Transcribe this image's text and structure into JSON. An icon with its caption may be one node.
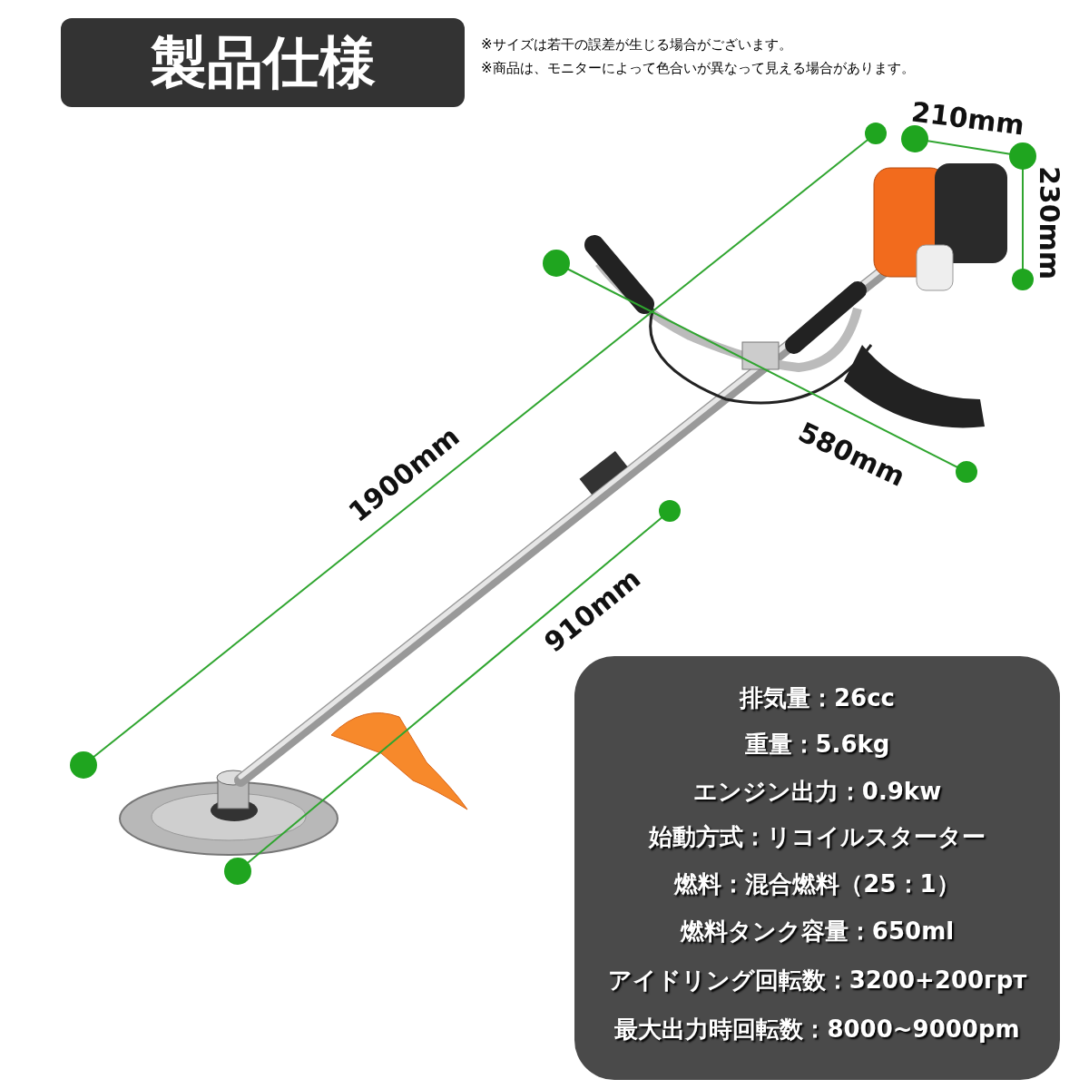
{
  "diagram": {
    "title": "製品仕様",
    "nodes": [
      {
        "text": [
          "排気量：26cc",
          "重量：5.6kg",
          "エンジン出力：0.9kw",
          "始動方式：リコイルスターター",
          "燃料：混合燃料（25：1）",
          "燃料タンク容量：650ml",
          "アイドリング回転数：3200+200грт",
          "最大出力時回転数：8000~9000pm"
        ]
      }
    ],
    "edges": [],
    "labels": [
      "※サイズは若干の誤差が生じる場合がございます。",
      "※商品は、モニターによって色合いが異なって見える場合があります。",
      "210mm",
      "230mm",
      "1900mm",
      "580mm",
      "910mm"
    ]
  }
}
